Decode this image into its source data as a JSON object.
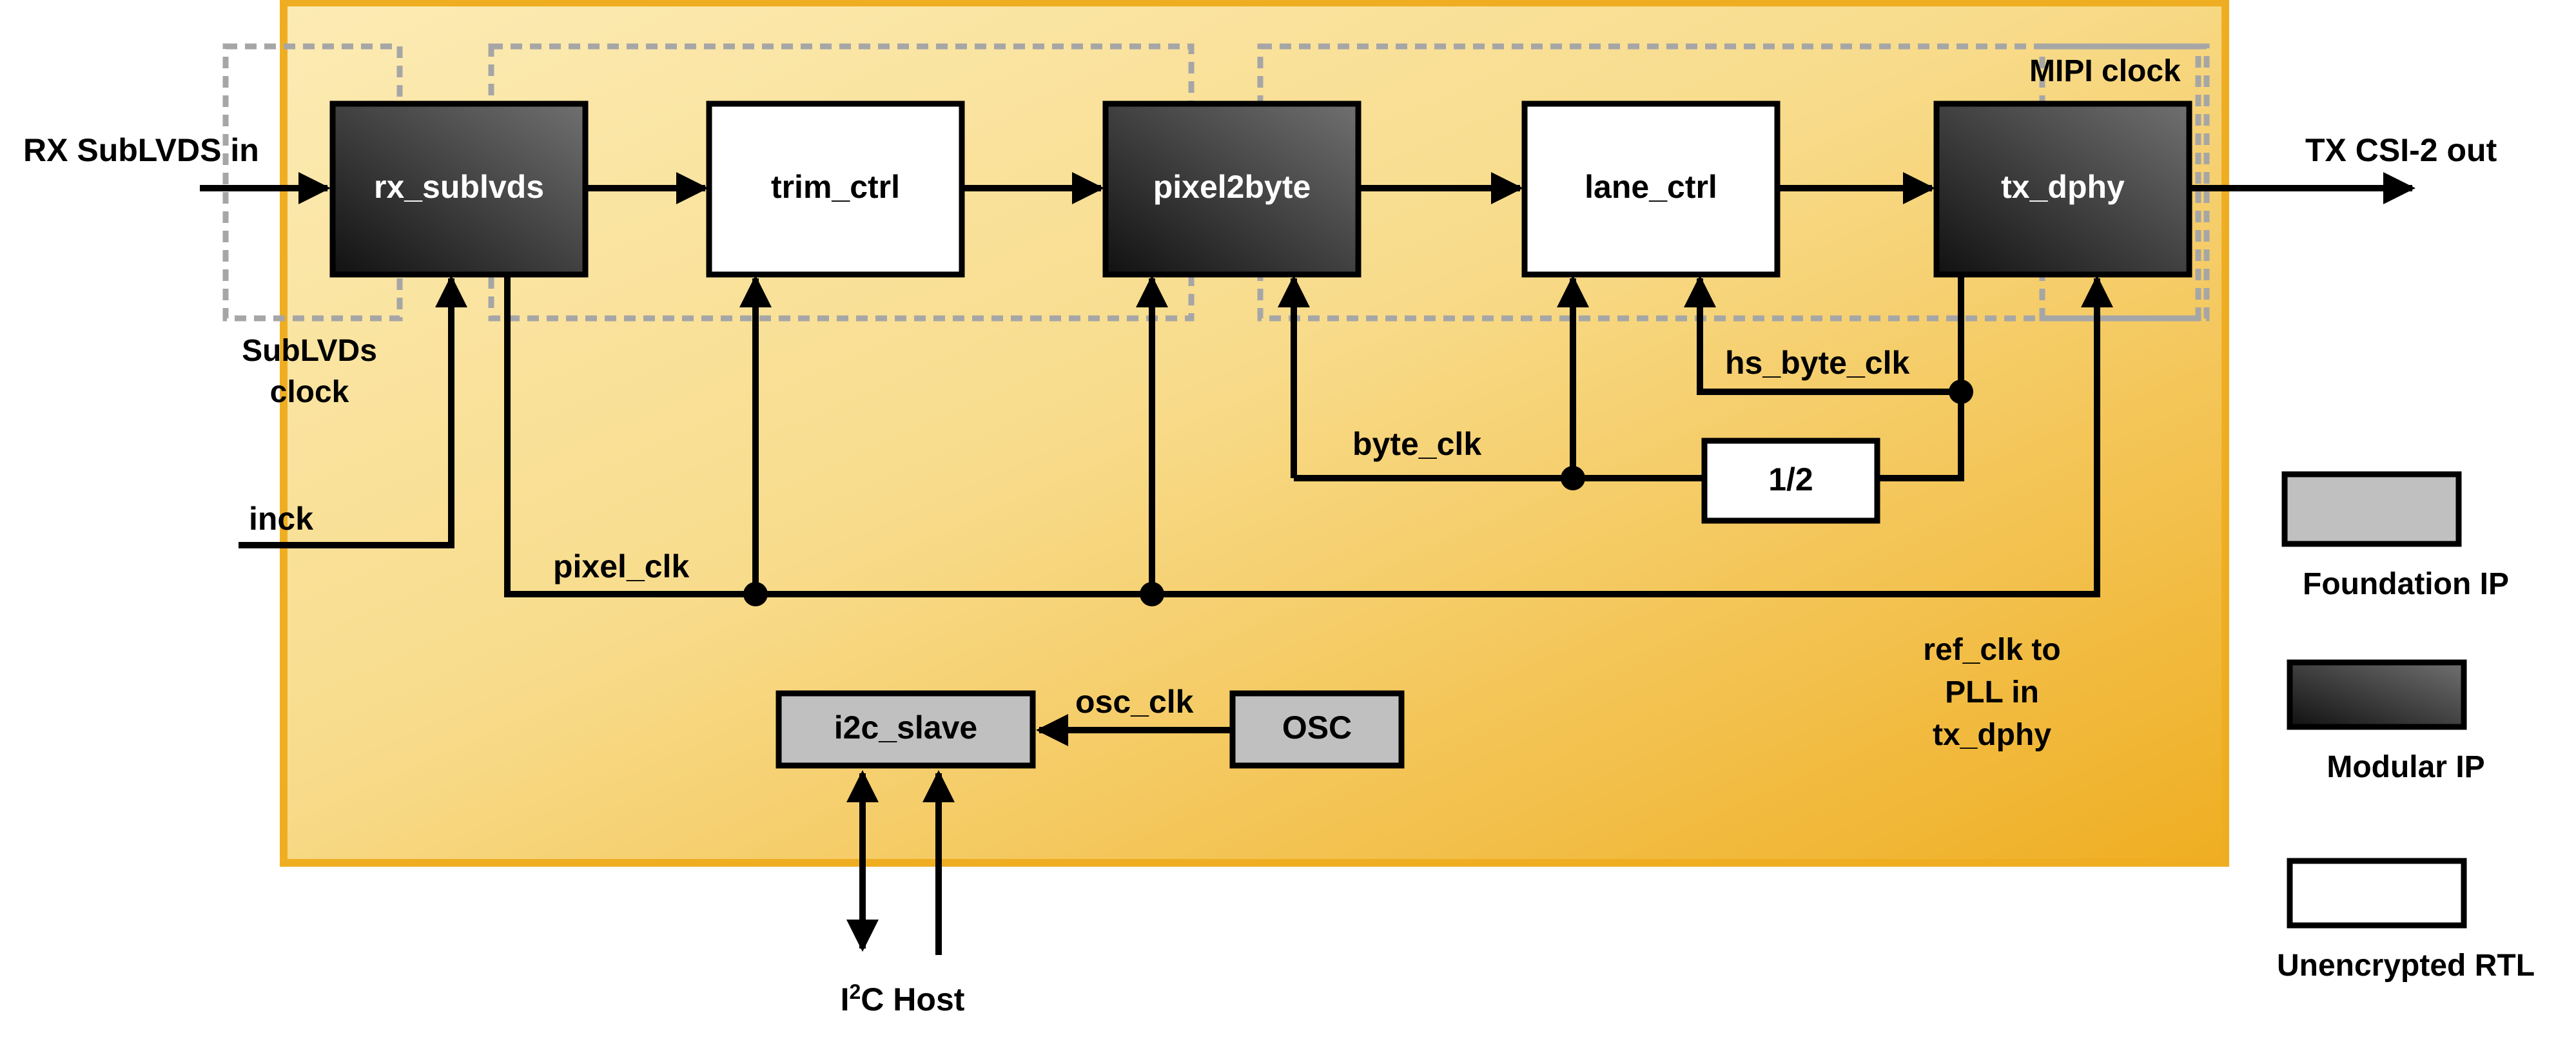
{
  "external": {
    "rx_in": "RX SubLVDS in",
    "tx_out": "TX CSI-2 out",
    "inck": "inck",
    "i2c_host_prefix": "I",
    "i2c_host_sup": "2",
    "i2c_host_suffix": "C Host"
  },
  "domains": {
    "sublvds_clock_line1": "SubLVDs",
    "sublvds_clock_line2": "clock",
    "mipi_clock": "MIPI clock"
  },
  "blocks": {
    "rx_sublvds": "rx_sublvds",
    "trim_ctrl": "trim_ctrl",
    "pixel2byte": "pixel2byte",
    "lane_ctrl": "lane_ctrl",
    "tx_dphy": "tx_dphy",
    "divider": "1/2",
    "i2c_slave": "i2c_slave",
    "osc": "OSC"
  },
  "signals": {
    "hs_byte_clk": "hs_byte_clk",
    "byte_clk": "byte_clk",
    "pixel_clk": "pixel_clk",
    "osc_clk": "osc_clk",
    "ref_clk_line1": "ref_clk to",
    "ref_clk_line2": "PLL in",
    "ref_clk_line3": "tx_dphy"
  },
  "legend": {
    "foundation": "Foundation IP",
    "modular": "Modular IP",
    "unencrypted": "Unencrypted RTL"
  },
  "colors": {
    "panel_light": "#FBE7A8",
    "panel_dark": "#EFAE22",
    "modular_light": "#6A6A6A",
    "modular_dark": "#141414",
    "foundation": "#C0C0C0",
    "domain_border": "#A6A6A6"
  }
}
